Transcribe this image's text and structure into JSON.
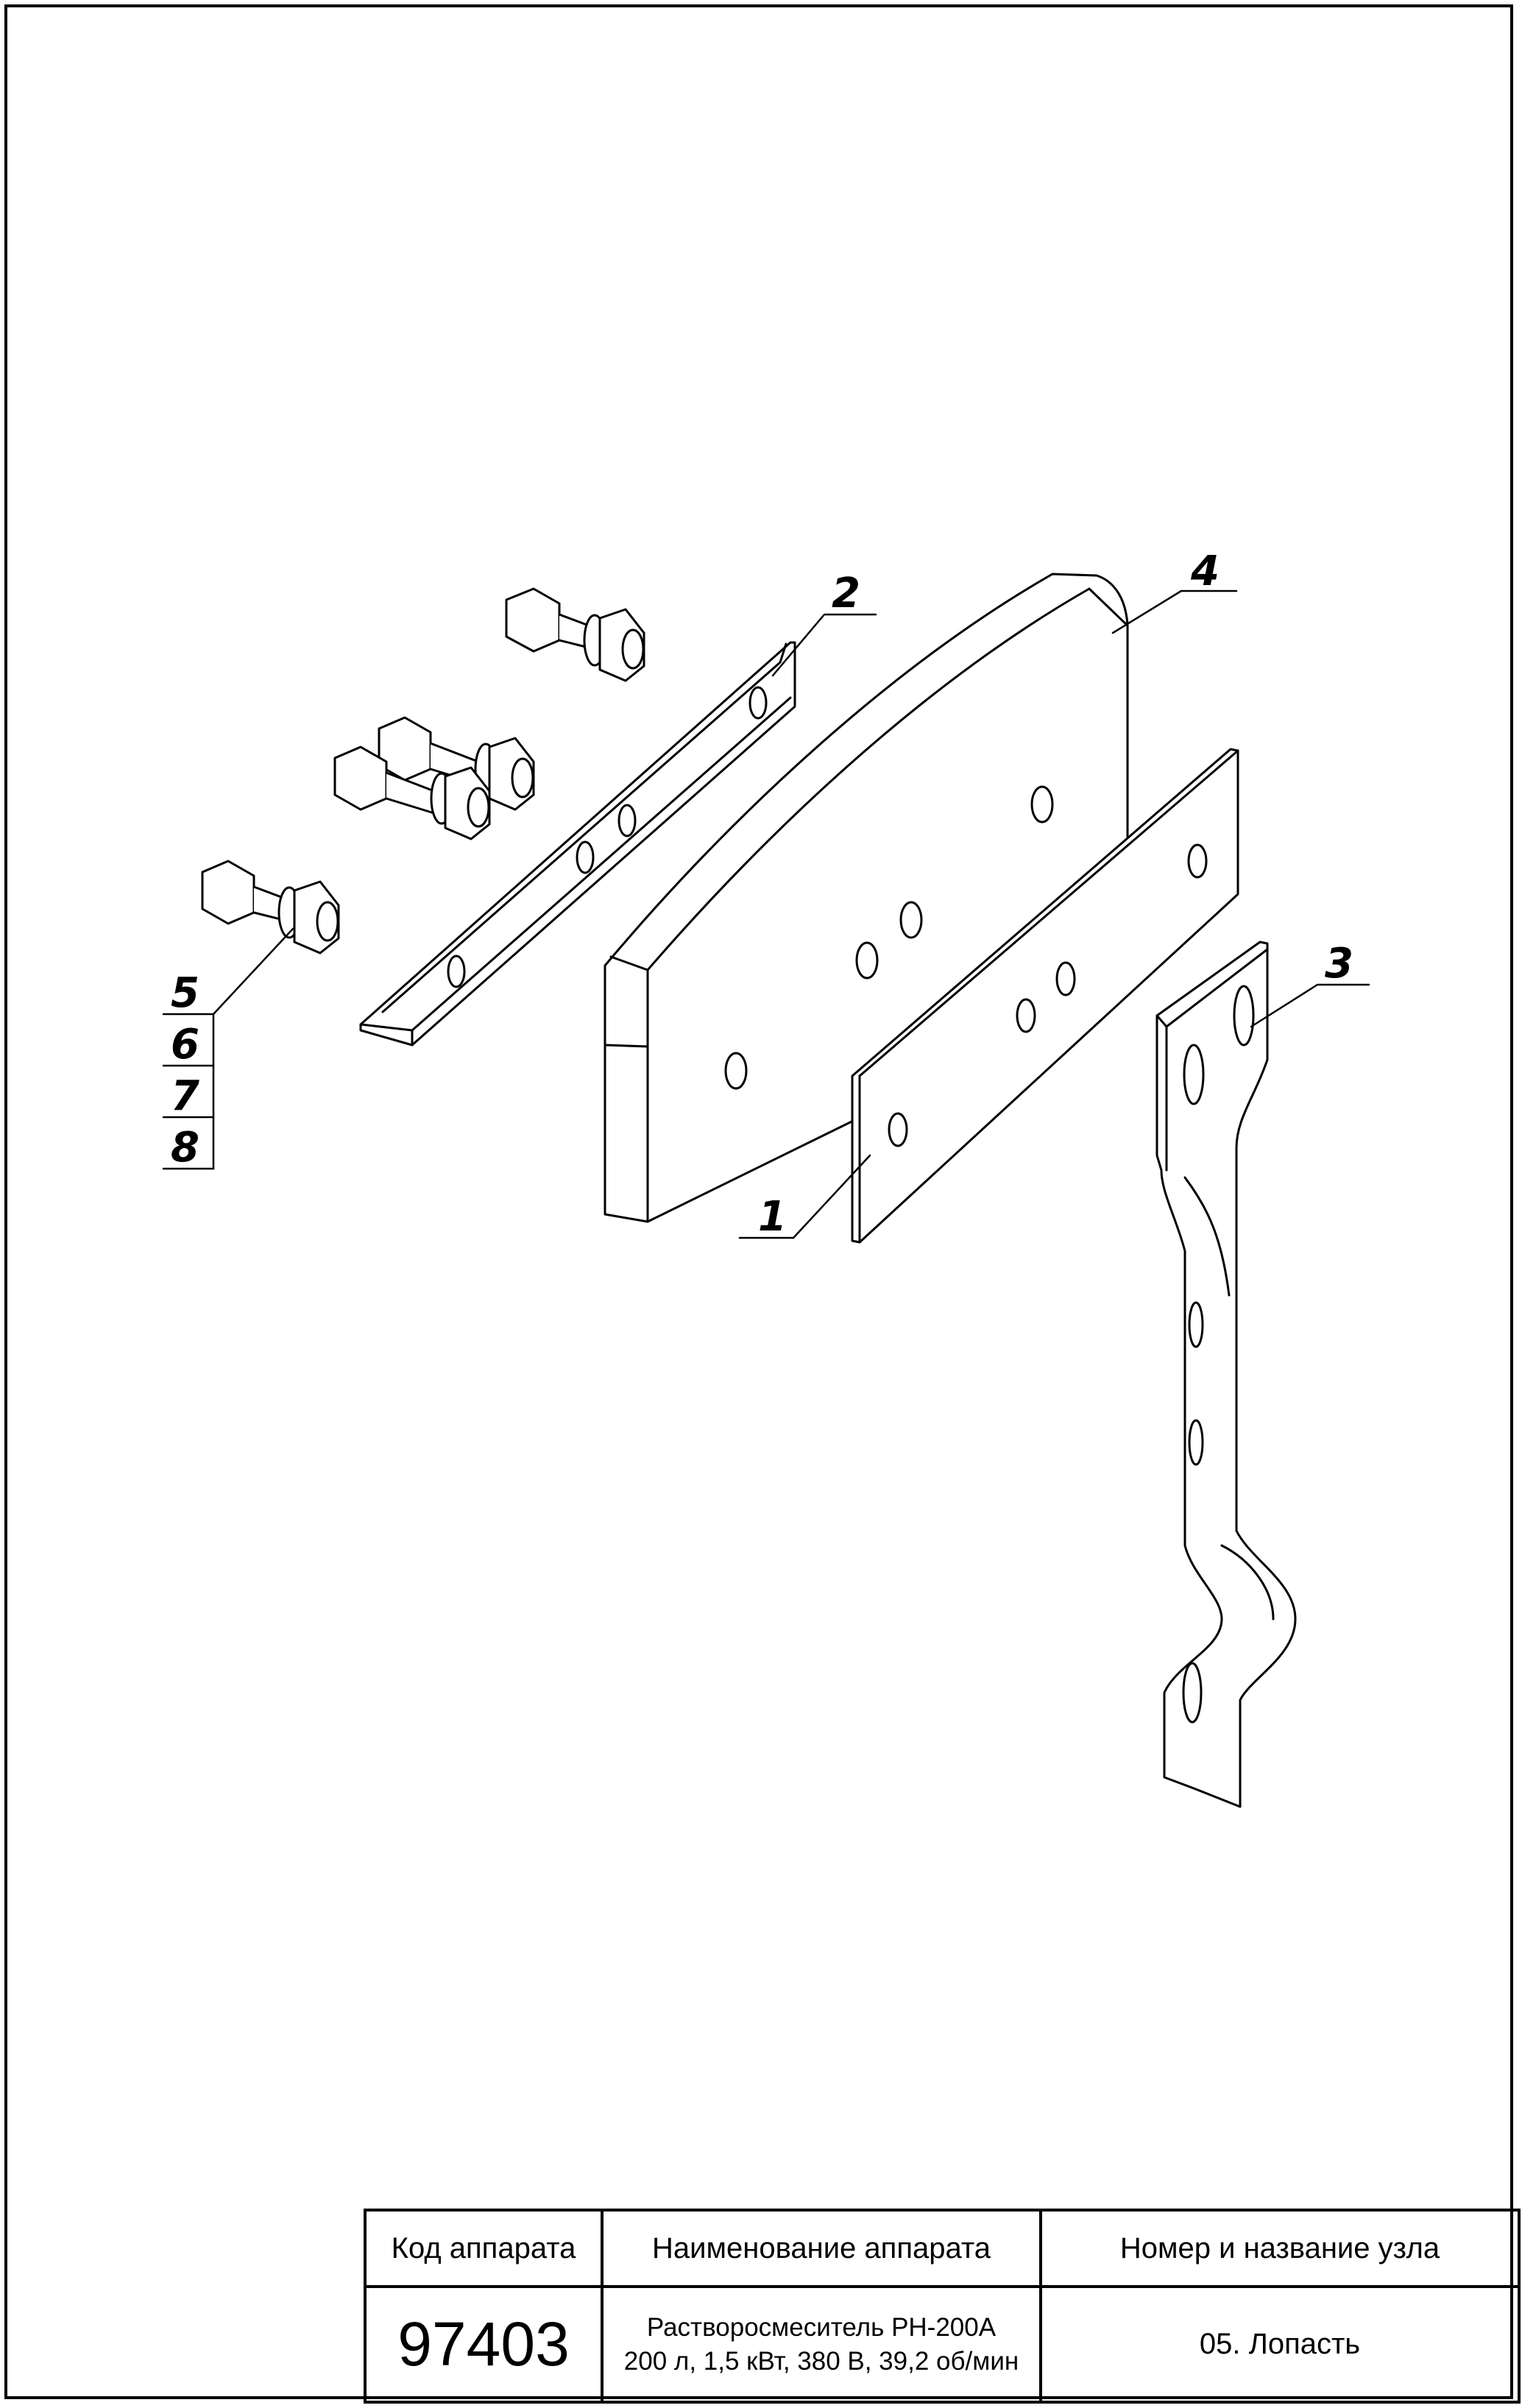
{
  "drawing": {
    "callouts": [
      "1",
      "2",
      "3",
      "4",
      "5",
      "6",
      "7",
      "8"
    ]
  },
  "title_block": {
    "col1_header": "Код аппарата",
    "col2_header": "Наименование аппарата",
    "col3_header": "Номер и название узла",
    "code": "97403",
    "name_line1": "Растворосмеситель РН-200А",
    "name_line2": "200 л, 1,5 кВт, 380 В, 39,2 об/мин",
    "node": "05. Лопасть"
  }
}
